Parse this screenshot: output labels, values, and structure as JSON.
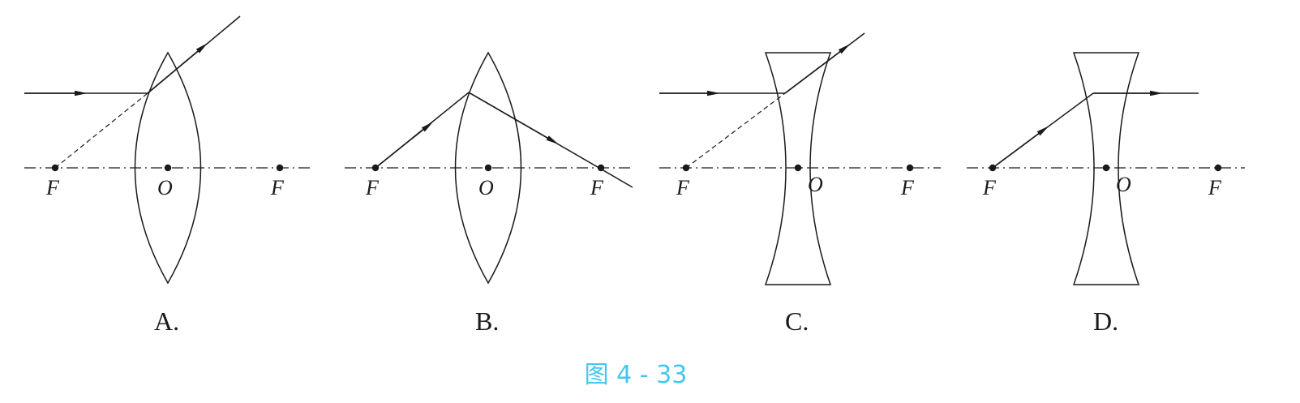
{
  "colors": {
    "ink": "#1a1a1a",
    "caption": "#41c8ee",
    "background": "#ffffff"
  },
  "panels": [
    {
      "option_label": "A.",
      "lens_type": "convex",
      "point_labels": {
        "left_focus": "F",
        "center": "O",
        "right_focus": "F"
      }
    },
    {
      "option_label": "B.",
      "lens_type": "convex",
      "point_labels": {
        "left_focus": "F",
        "center": "O",
        "right_focus": "F"
      }
    },
    {
      "option_label": "C.",
      "lens_type": "concave",
      "point_labels": {
        "left_focus": "F",
        "center": "O",
        "right_focus": "F"
      }
    },
    {
      "option_label": "D.",
      "lens_type": "concave",
      "point_labels": {
        "left_focus": "F",
        "center": "O",
        "right_focus": "F"
      }
    }
  ],
  "caption": "图 4 - 33"
}
